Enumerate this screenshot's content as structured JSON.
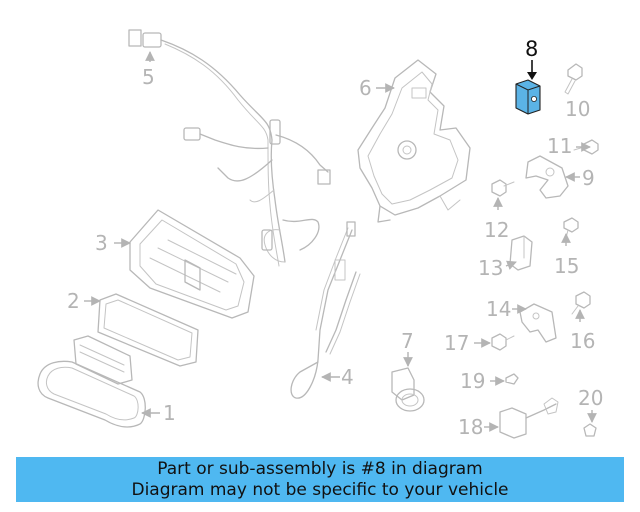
{
  "diagram": {
    "highlight_color": "#5bb3e6",
    "labels": {
      "p1": "1",
      "p2": "2",
      "p3": "3",
      "p4": "4",
      "p5": "5",
      "p6": "6",
      "p7": "7",
      "p8": "8",
      "p9": "9",
      "p10": "10",
      "p11": "11",
      "p12": "12",
      "p13": "13",
      "p14": "14",
      "p15": "15",
      "p16": "16",
      "p17": "17",
      "p18": "18",
      "p19": "19",
      "p20": "20"
    }
  },
  "banner": {
    "line1": "Part or sub-assembly is #8 in diagram",
    "line2": "Diagram may not be specific to your vehicle",
    "background": "#4fb8f1"
  }
}
